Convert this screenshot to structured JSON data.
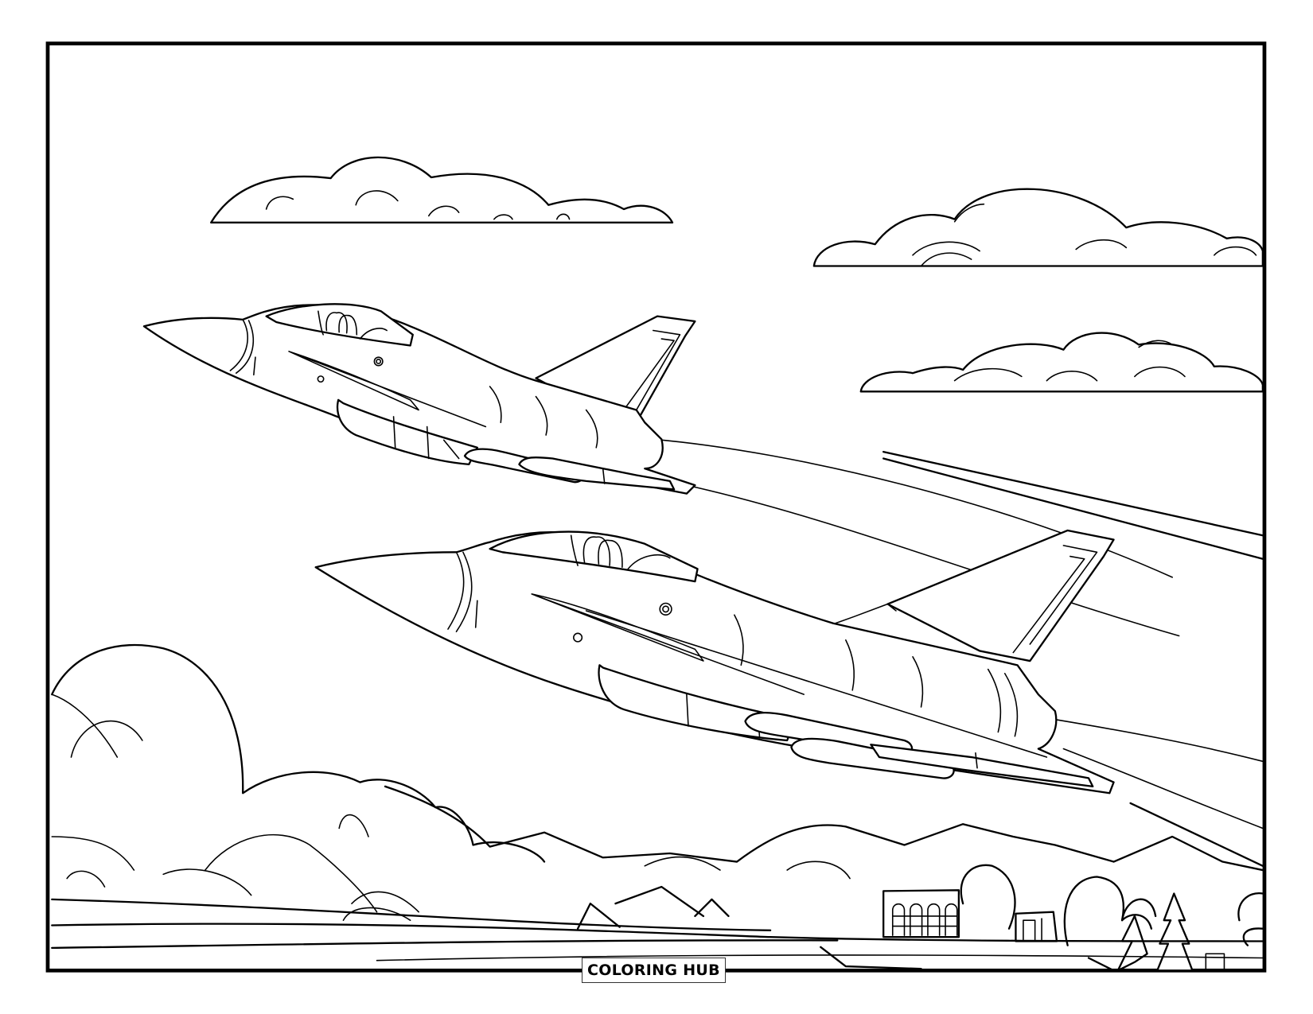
{
  "page": {
    "type": "coloring-page",
    "subject": "Two fighter jets flying over a landscape with clouds, mountains, trees and a building",
    "background_color": "#ffffff",
    "line_color": "#000000"
  },
  "watermark": {
    "label": "COLORING HUB"
  },
  "scene": {
    "elements": [
      {
        "name": "cloud-top-left"
      },
      {
        "name": "cloud-top-right"
      },
      {
        "name": "cloud-middle-right"
      },
      {
        "name": "jet-upper"
      },
      {
        "name": "jet-lower"
      },
      {
        "name": "speed-lines"
      },
      {
        "name": "cloud-bank-left"
      },
      {
        "name": "mountains"
      },
      {
        "name": "building-with-arched-windows"
      },
      {
        "name": "small-building"
      },
      {
        "name": "trees"
      },
      {
        "name": "ground-lines"
      }
    ]
  }
}
